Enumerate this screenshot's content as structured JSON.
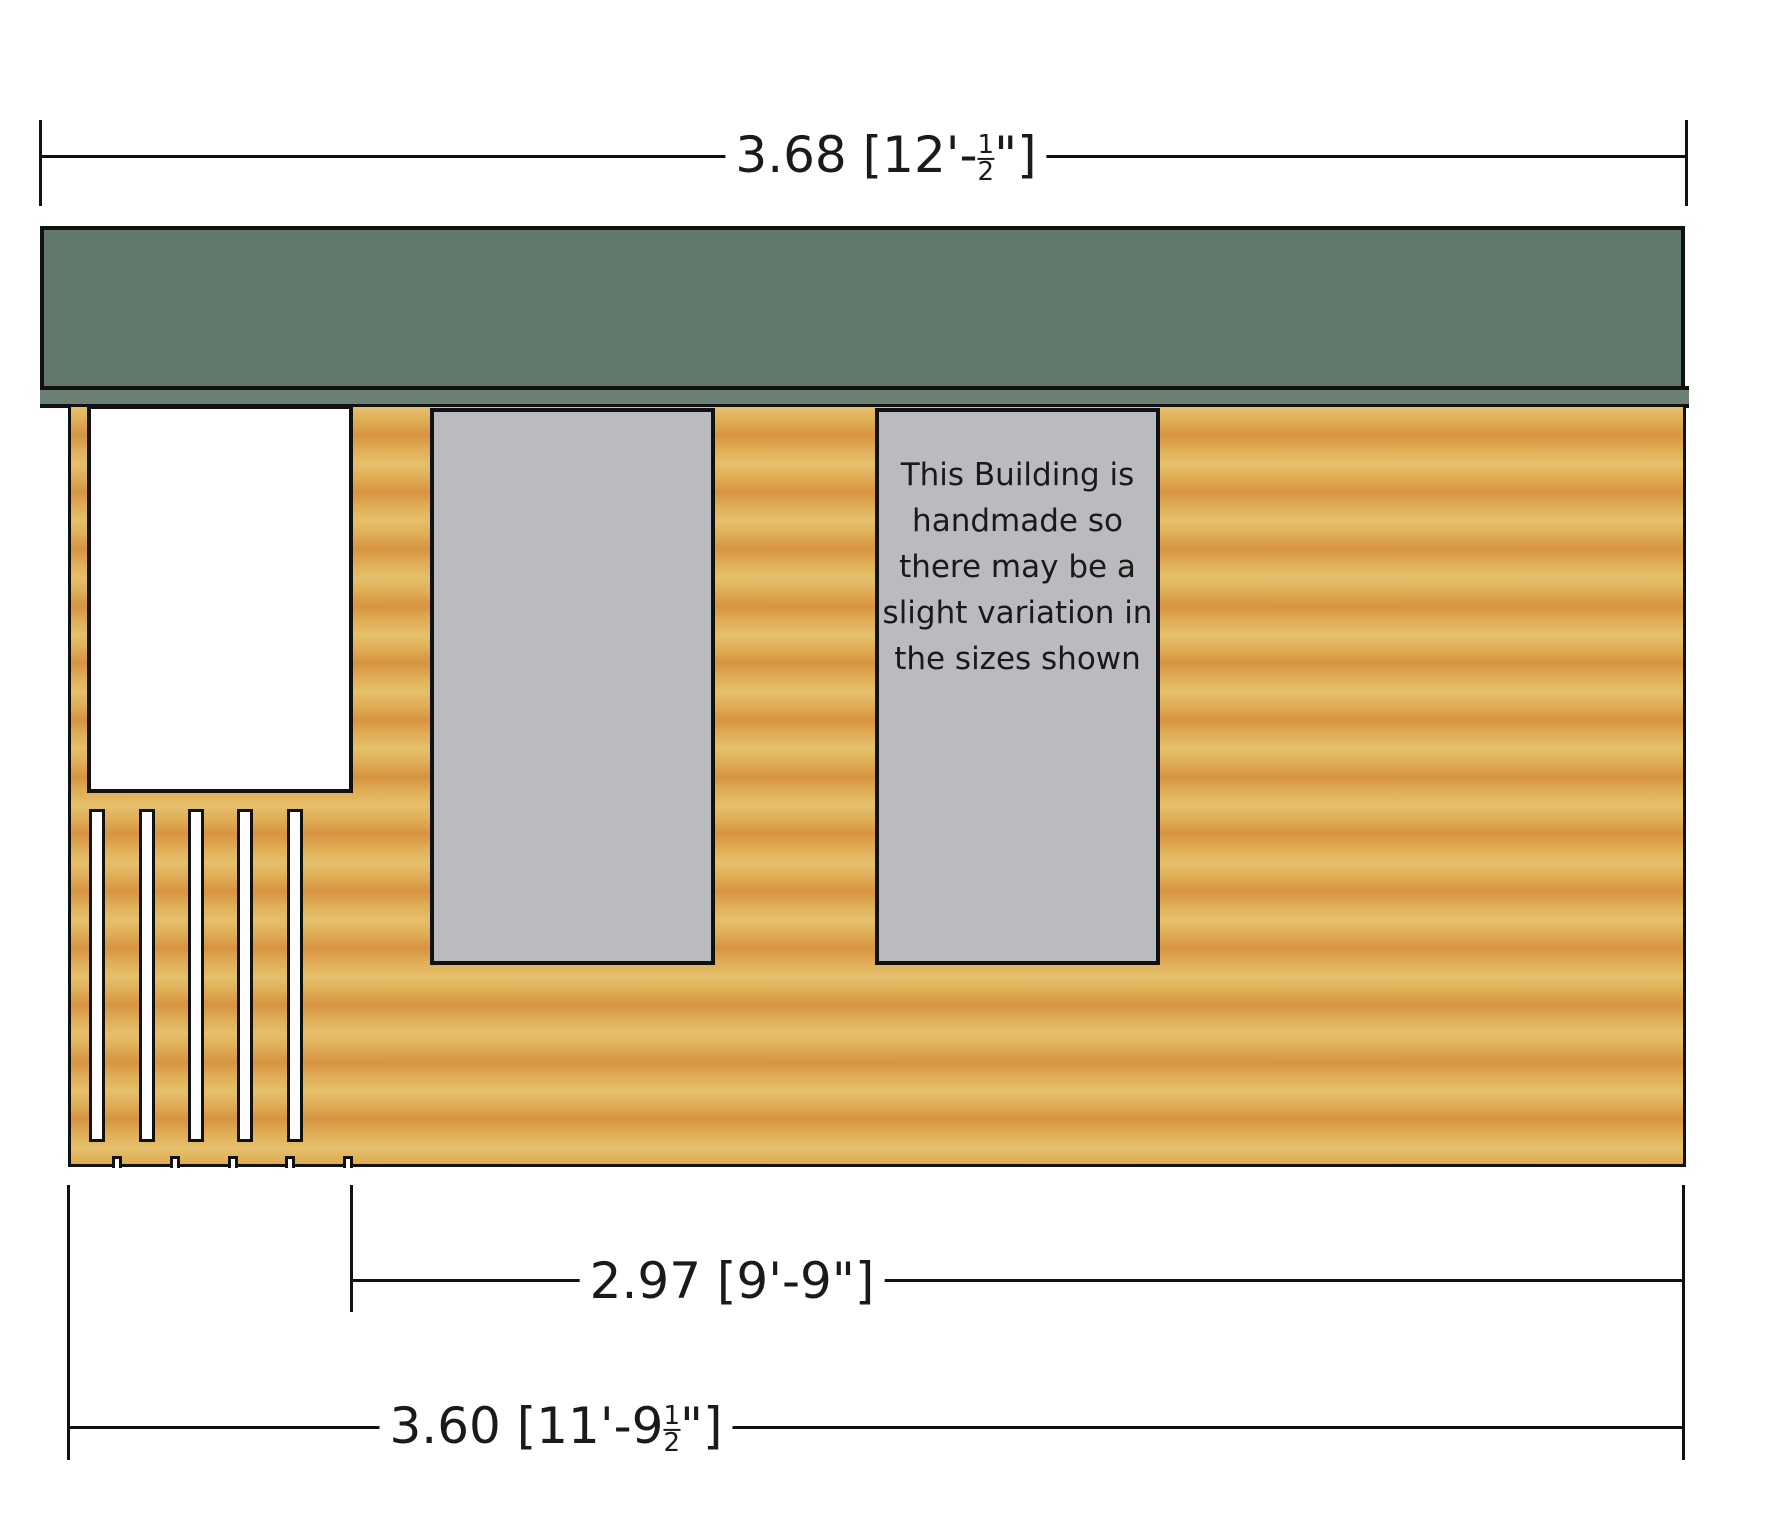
{
  "dimensions": {
    "top": {
      "value": "3.68",
      "imperial_prefix": "[12'-",
      "frac_num": "1",
      "frac_den": "2",
      "imperial_suffix": "\"]"
    },
    "middle": {
      "value": "2.97",
      "imperial": "[9'-9\"]"
    },
    "bottom": {
      "value": "3.60",
      "imperial_prefix": "[11'-9",
      "frac_num": "1",
      "frac_den": "2",
      "imperial_suffix": "\"]"
    }
  },
  "note": [
    "This Building is",
    "handmade so",
    "there may be a",
    "slight variation in",
    "the sizes shown"
  ],
  "colors": {
    "roof": "#62786c",
    "wood_light": "#e5c06c",
    "wood_dark": "#d79340",
    "window_glass": "#b9bbbe"
  }
}
